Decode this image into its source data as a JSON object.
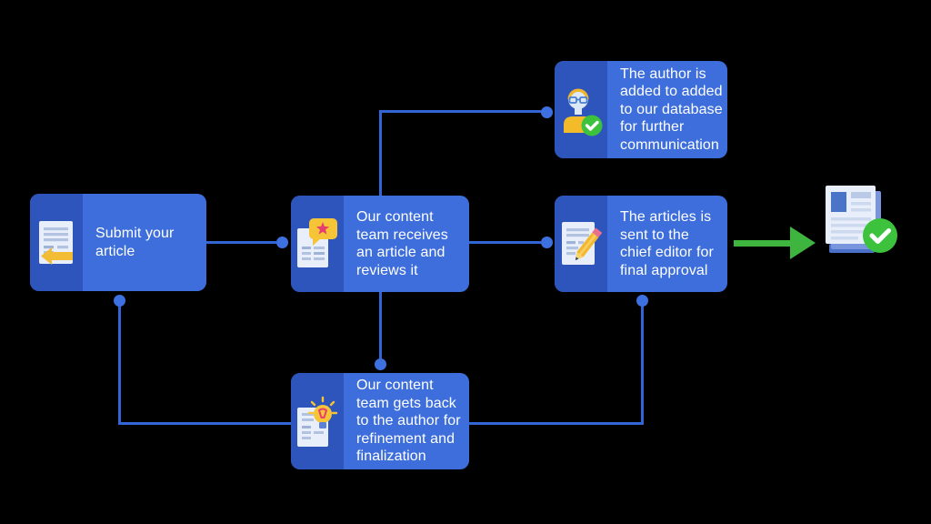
{
  "colors": {
    "background": "#000000",
    "node_panel": "#2d55bb",
    "node_body": "#3d6edc",
    "node_text": "#ffffff",
    "connector": "#3365d4",
    "connector_dot": "#3d71e2",
    "arrow_green": "#3eb53e",
    "check_green": "#3dc23d",
    "icon_yellow": "#f2bc35",
    "icon_pink": "#e73c70",
    "icon_page": "#e9effa"
  },
  "nodes": [
    {
      "id": "submit",
      "label": "Submit your article",
      "icon": "document-submit-icon"
    },
    {
      "id": "review",
      "label": "Our content team receives an article and reviews it",
      "icon": "document-review-star-icon"
    },
    {
      "id": "database",
      "label": "The author is added to added to our database for further communication",
      "icon": "author-check-icon"
    },
    {
      "id": "chief",
      "label": "The articles is sent to the chief editor for final approval",
      "icon": "document-pencil-icon"
    },
    {
      "id": "refine",
      "label": "Our content team gets back to the author for refinement and finalization",
      "icon": "document-idea-icon"
    }
  ],
  "output": {
    "icon": "published-article-check-icon"
  }
}
